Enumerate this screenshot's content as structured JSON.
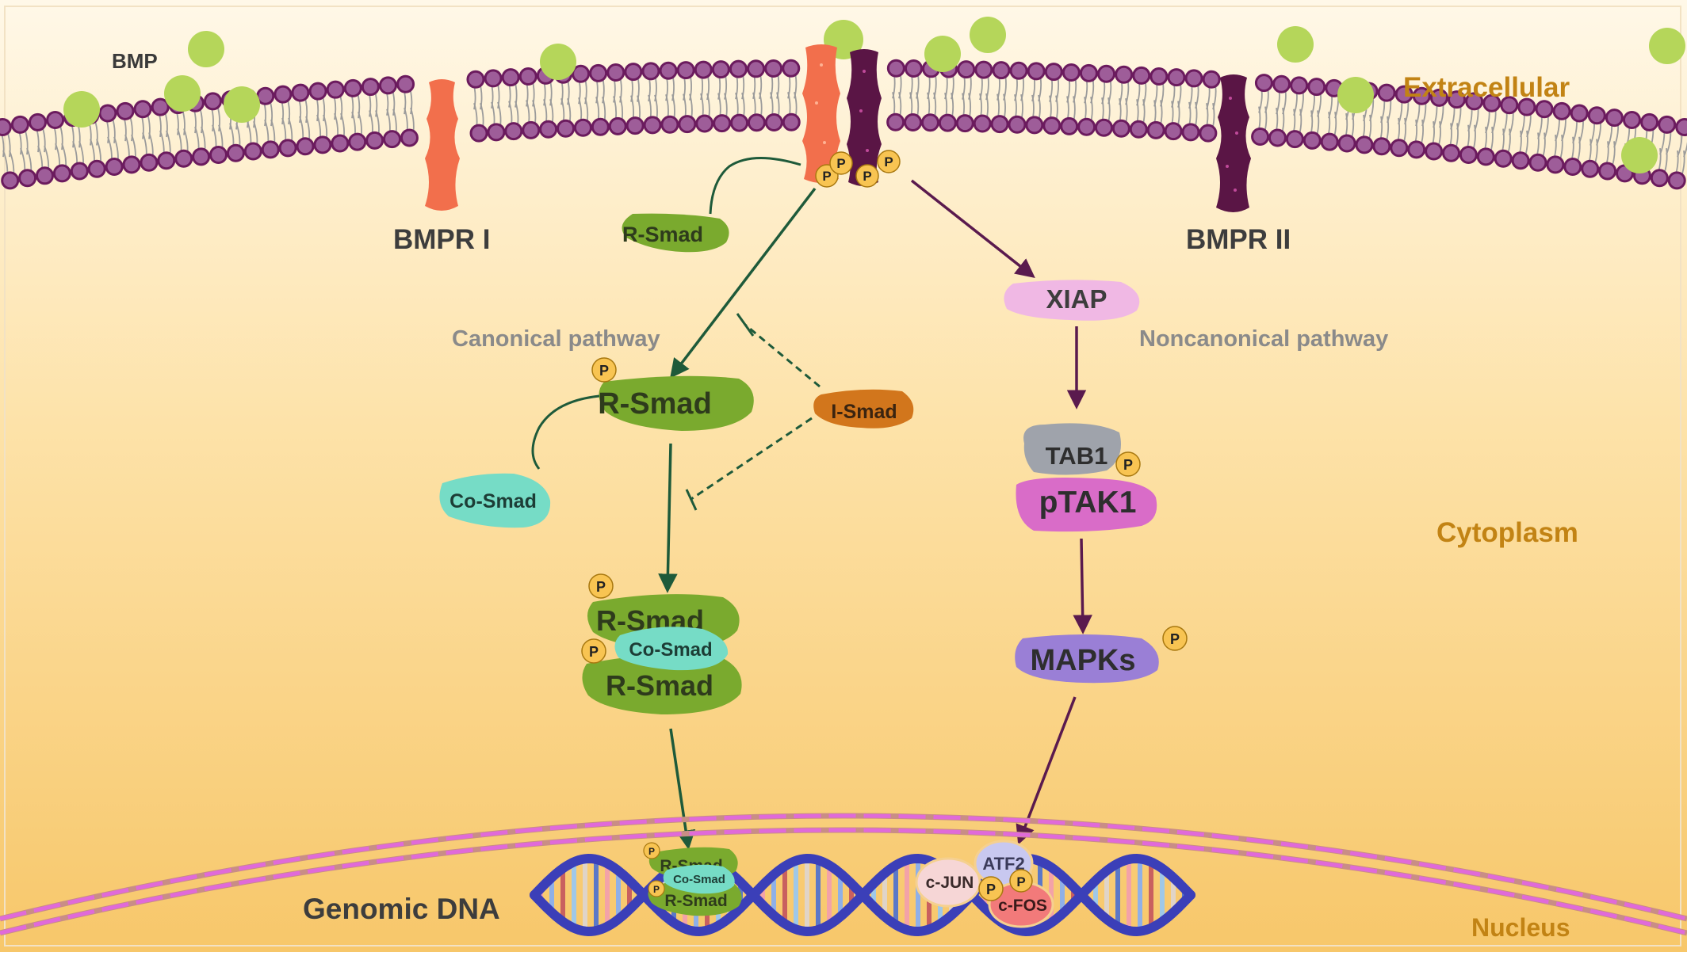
{
  "labels": {
    "bmp": "BMP",
    "extracellular": "Extracellular",
    "bmpr1": "BMPR I",
    "bmpr2": "BMPR II",
    "canonical": "Canonical pathway",
    "noncanonical": "Noncanonical pathway",
    "cytoplasm": "Cytoplasm",
    "genomic_dna": "Genomic DNA",
    "nucleus": "Nucleus"
  },
  "proteins": {
    "r_smad": "R-Smad",
    "co_smad": "Co-Smad",
    "i_smad": "I-Smad",
    "xiap": "XIAP",
    "tab1": "TAB1",
    "ptak1": "pTAK1",
    "mapks": "MAPKs",
    "atf2": "ATF2",
    "c_jun": "c-JUN",
    "c_fos": "c-FOS"
  },
  "phospho": "P",
  "colors": {
    "bmp_ligand": "#b5d65a",
    "bmpr1": "#f26f4c",
    "bmpr2": "#5a1545",
    "lipid_head": "#9e5d99",
    "lipid_outline": "#6b1b5e",
    "r_smad": "#7aaa2e",
    "co_smad": "#76dcc6",
    "i_smad": "#d2761c",
    "xiap": "#f0b8e4",
    "tab1": "#9fa3ab",
    "ptak1": "#d96cc8",
    "mapks": "#9a7fd6",
    "phosphate": "#f8c452",
    "canonical_arrow": "#1e5a3a",
    "noncanonical_arrow": "#5a1a4e",
    "compartment_label": "#c28314",
    "nuclear_envelope": "#e06ad9",
    "dna_backbone": "#3b3fb8"
  }
}
